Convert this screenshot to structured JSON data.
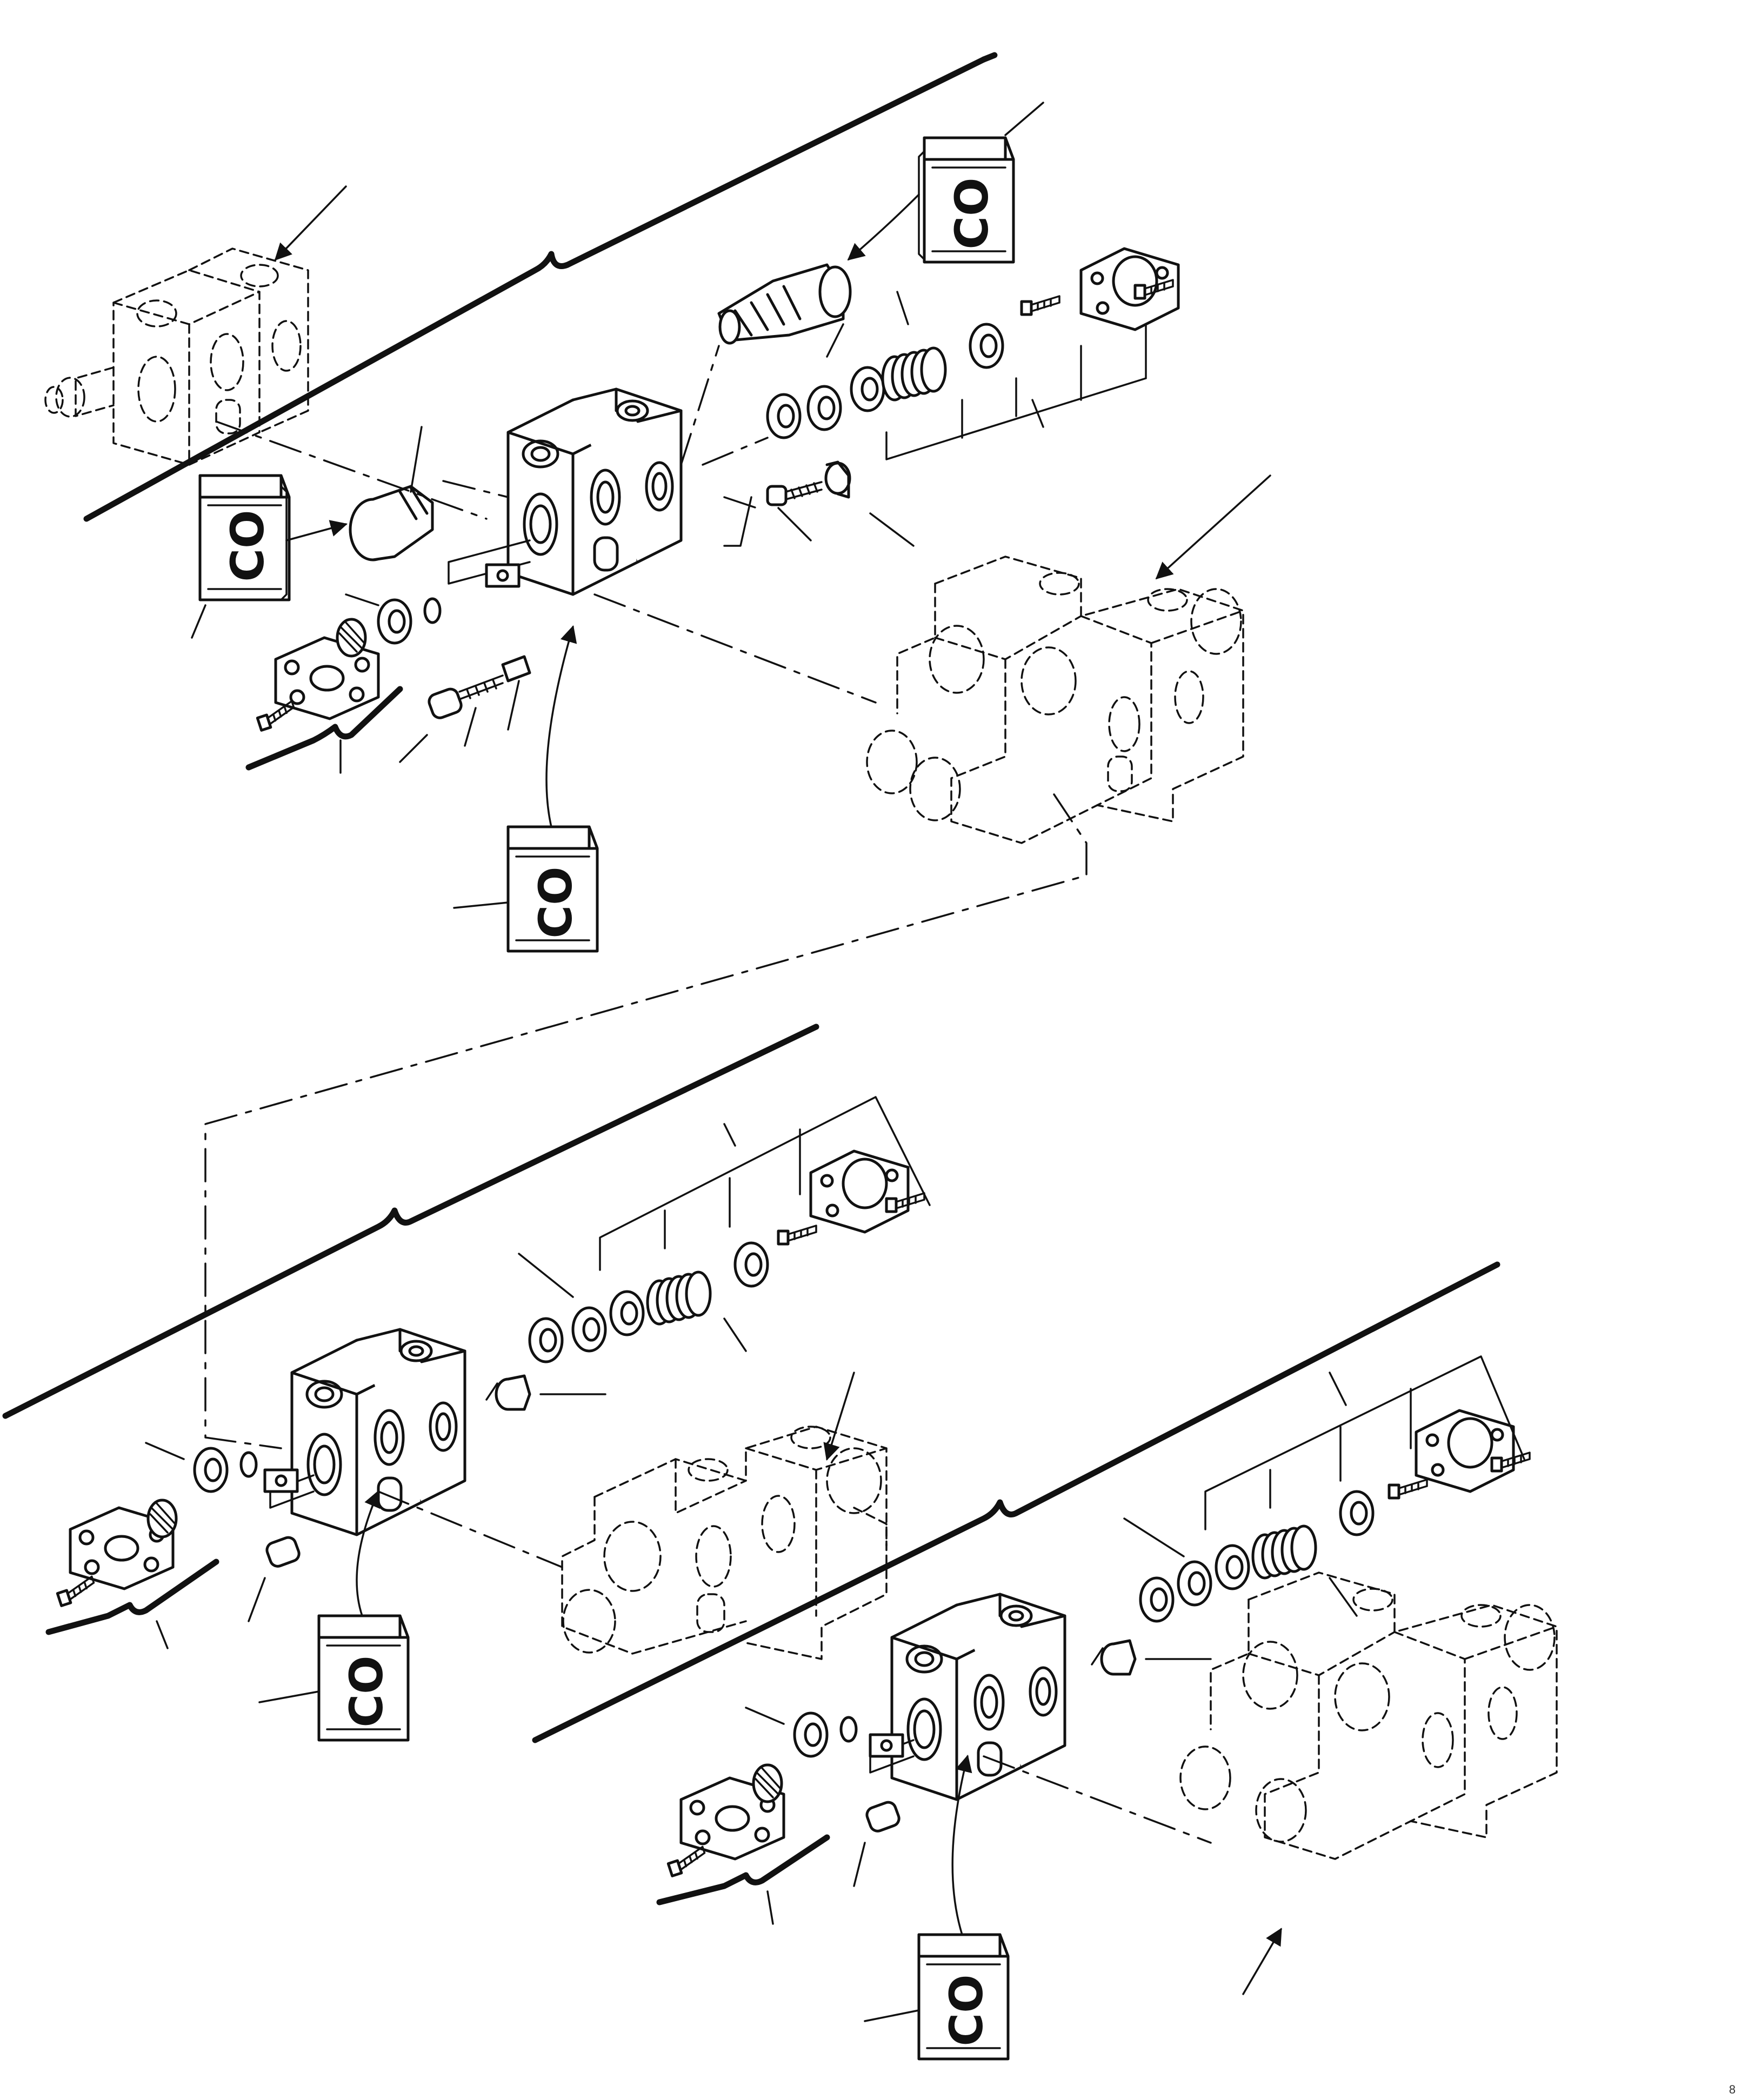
{
  "figure": {
    "tags": [
      {
        "id": "tag-top-right",
        "glyph": "CO"
      },
      {
        "id": "tag-top-left",
        "glyph": "CO"
      },
      {
        "id": "tag-top-center",
        "glyph": "CO"
      },
      {
        "id": "tag-mid-left",
        "glyph": "CO"
      },
      {
        "id": "tag-bottom-right",
        "glyph": "CO"
      }
    ],
    "corner_mark": "8"
  }
}
